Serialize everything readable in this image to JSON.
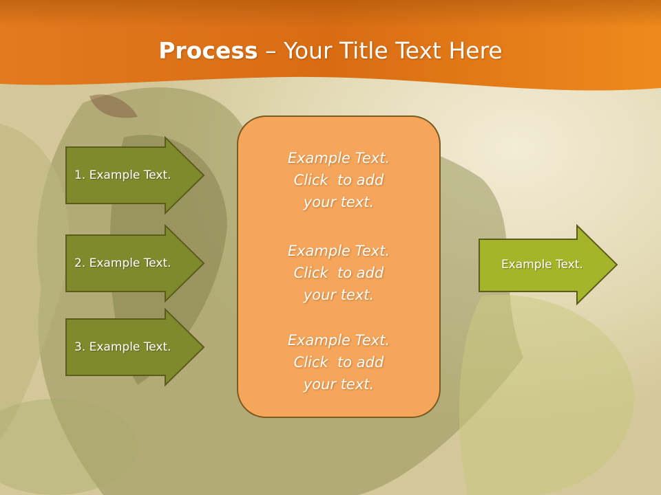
{
  "title": {
    "bold": "Process",
    "separator": " – ",
    "rest": "Your Title Text Here"
  },
  "steps": [
    {
      "label": "1. Example Text."
    },
    {
      "label": "2. Example Text."
    },
    {
      "label": "3. Example Text."
    }
  ],
  "center_box": {
    "paragraphs": [
      {
        "line1": "Example Text.",
        "line2": "Click  to add",
        "line3": "your text."
      },
      {
        "line1": "Example Text.",
        "line2": "Click  to add",
        "line3": "your text."
      },
      {
        "line1": "Example Text.",
        "line2": "Click  to add",
        "line3": "your text."
      }
    ]
  },
  "result": {
    "label": "Example Text."
  },
  "colors": {
    "header_orange": "#e9781a",
    "step_arrow_fill": "#7f8a2c",
    "result_arrow_fill": "#a5b52a",
    "center_box_fill": "#f5a65b",
    "outline": "#5c5a1c"
  }
}
